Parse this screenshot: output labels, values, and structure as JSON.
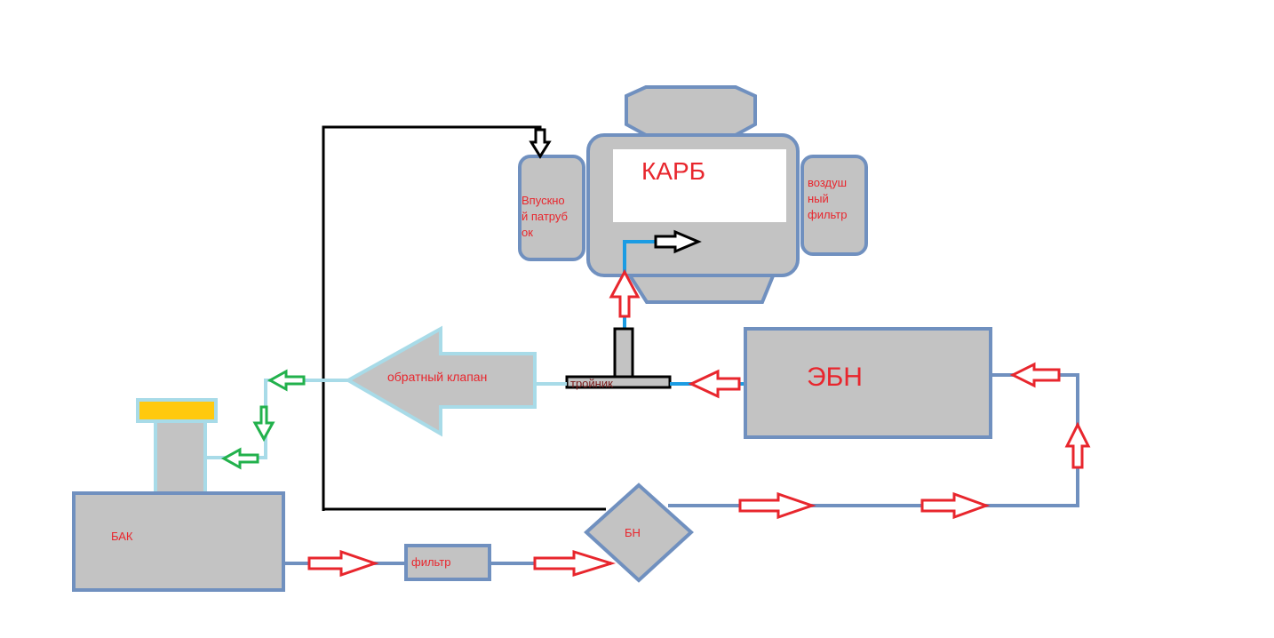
{
  "labels": {
    "karb": "КАРБ",
    "intake_line1": "Впускно",
    "intake_line2": "й патруб",
    "intake_line3": "ок",
    "air_filter_line1": "воздуш",
    "air_filter_line2": "ный",
    "air_filter_line3": "фильтр",
    "check_valve": "обратный клапан",
    "tee": "тройник",
    "ebn": "ЭБН",
    "tank": "БАК",
    "filter": "фильтр",
    "bn": "БН"
  },
  "colors": {
    "box_fill": "#c3c3c3",
    "box_stroke": "#7090bf",
    "fuel_line": "#7090bf",
    "return_line": "#a8dbe8",
    "blue_pipe": "#1b9ce3",
    "flow_arrow": "#e8262d",
    "return_arrow": "#22b14c",
    "black_line": "#000000",
    "tank_cap": "#ffc90e",
    "label": "#e8262d"
  }
}
